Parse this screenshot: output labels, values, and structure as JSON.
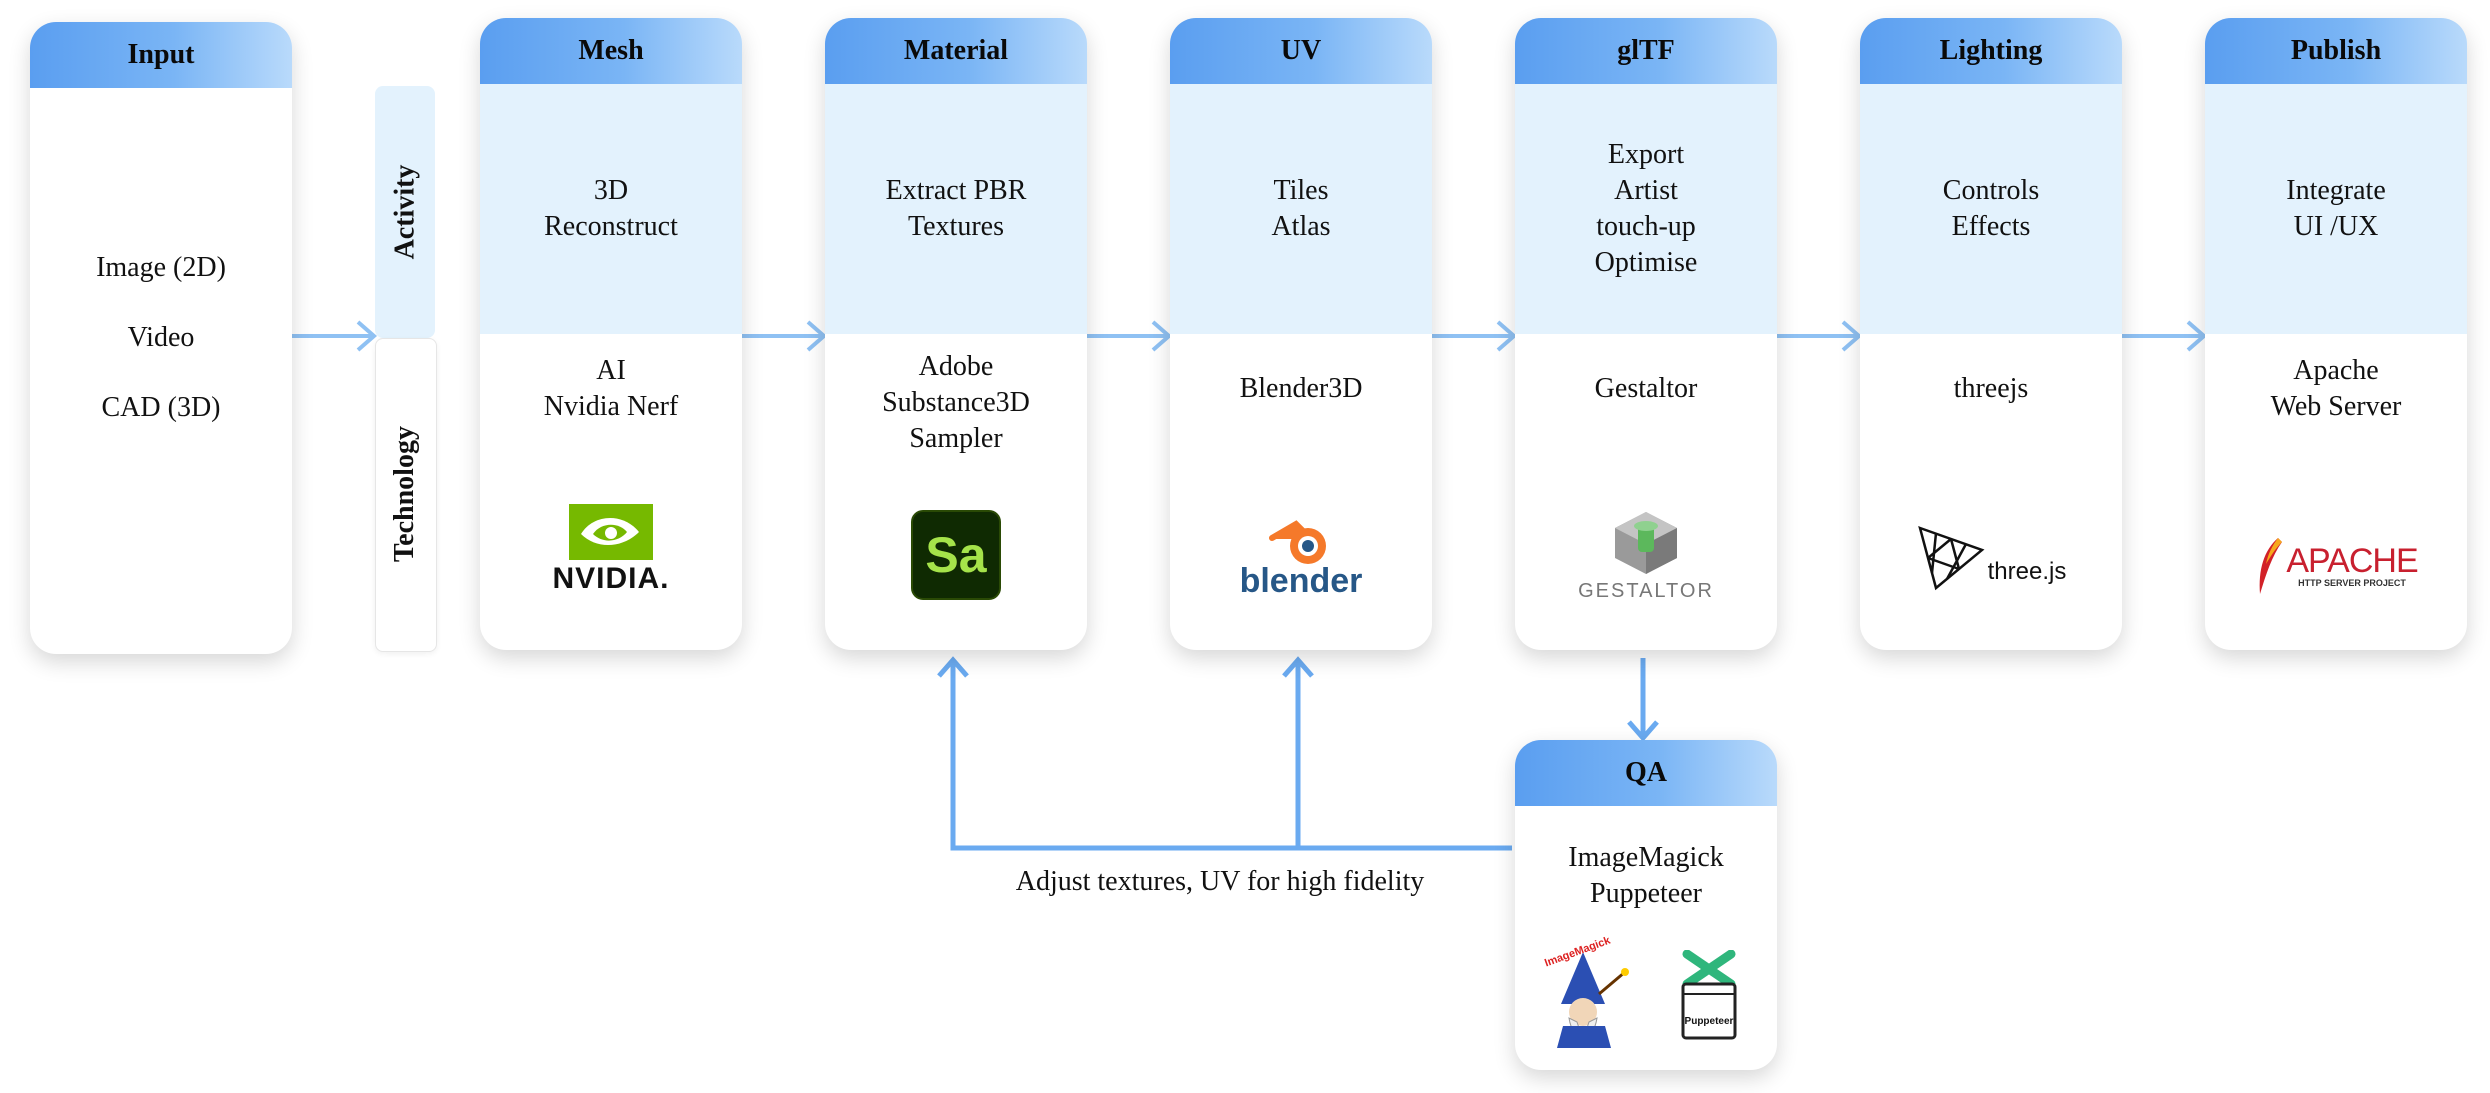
{
  "row_labels": {
    "activity": "Activity",
    "technology": "Technology"
  },
  "input": {
    "title": "Input",
    "items": [
      "Image (2D)",
      "Video",
      "CAD (3D)"
    ]
  },
  "stages": [
    {
      "title": "Mesh",
      "activity": [
        "3D",
        "Reconstruct"
      ],
      "technology": [
        "AI",
        "Nvidia Nerf"
      ],
      "logo": "nvidia-logo",
      "logo_text": "NVIDIA."
    },
    {
      "title": "Material",
      "activity": [
        "Extract PBR",
        "Textures"
      ],
      "technology": [
        "Adobe",
        "Substance3D",
        "Sampler"
      ],
      "logo": "substance-sampler-logo",
      "logo_text": "Sa"
    },
    {
      "title": "UV",
      "activity": [
        "Tiles",
        "Atlas"
      ],
      "technology": [
        "Blender3D"
      ],
      "logo": "blender-logo",
      "logo_text": "blender"
    },
    {
      "title": "glTF",
      "activity": [
        "Export",
        "Artist",
        "touch-up",
        "Optimise"
      ],
      "technology": [
        "Gestaltor"
      ],
      "logo": "gestaltor-logo",
      "logo_text": "GESTALTOR"
    },
    {
      "title": "Lighting",
      "activity": [
        "Controls",
        "Effects"
      ],
      "technology": [
        "threejs"
      ],
      "logo": "threejs-logo",
      "logo_text": "three.js"
    },
    {
      "title": "Publish",
      "activity": [
        "Integrate",
        "UI /UX"
      ],
      "technology": [
        "Apache",
        "Web Server"
      ],
      "logo": "apache-logo",
      "logo_text": "APACHE",
      "logo_subtext": "HTTP SERVER PROJECT"
    }
  ],
  "qa": {
    "title": "QA",
    "technology": [
      "ImageMagick",
      "Puppeteer"
    ],
    "logos": [
      "imagemagick-logo",
      "puppeteer-logo"
    ],
    "imagemagick_text": "ImageMagick",
    "puppeteer_text": "Puppeteer"
  },
  "feedback_label": "Adjust textures, UV for high fidelity",
  "colors": {
    "arrow": "#8fc1f3",
    "feedback_arrow": "#6aaaf0",
    "header_start": "#5a9ef0",
    "activity_bg": "#e3f2fd"
  }
}
